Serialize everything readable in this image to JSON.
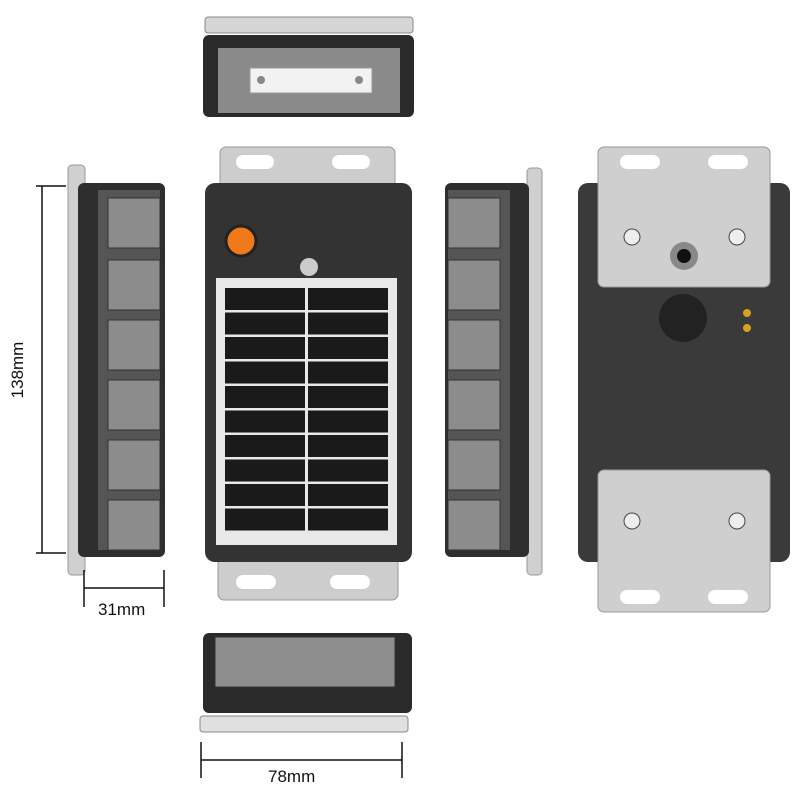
{
  "dimensions": {
    "height_label": "138mm",
    "depth_label": "31mm",
    "width_label": "78mm"
  },
  "colors": {
    "body": "#3a3a3a",
    "body_dark": "#1f1f1f",
    "bracket": "#c8c8c8",
    "button": "#f07a1a",
    "solar": "#1a1a1a"
  }
}
